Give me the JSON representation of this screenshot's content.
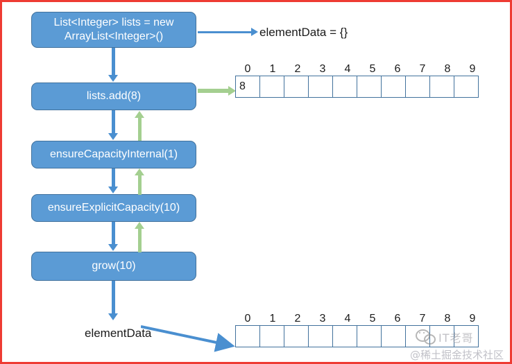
{
  "diagram": {
    "title": "ArrayList add flow",
    "border_color": "#ee3b33",
    "box_color": "#5b9bd5",
    "blue_arrow_color": "#4a8fd0",
    "green_arrow_color": "#a4cf90",
    "boxes": [
      {
        "id": "new-arraylist",
        "label": "List<Integer> lists = new ArrayList<Integer>()"
      },
      {
        "id": "lists-add",
        "label": "lists.add(8)"
      },
      {
        "id": "ensure-capacity-internal",
        "label": "ensureCapacityInternal(1)"
      },
      {
        "id": "ensure-explicit-capacity",
        "label": "ensureExplicitCapacity(10)"
      },
      {
        "id": "grow",
        "label": "grow(10)"
      }
    ],
    "labels": {
      "element_data_empty": "elementData = {}",
      "element_data": "elementData"
    },
    "arrays": [
      {
        "id": "array-top",
        "indices": [
          "0",
          "1",
          "2",
          "3",
          "4",
          "5",
          "6",
          "7",
          "8",
          "9"
        ],
        "values": [
          "8",
          "",
          "",
          "",
          "",
          "",
          "",
          "",
          "",
          ""
        ]
      },
      {
        "id": "array-bottom",
        "indices": [
          "0",
          "1",
          "2",
          "3",
          "4",
          "5",
          "6",
          "7",
          "8",
          "9"
        ],
        "values": [
          "",
          "",
          "",
          "",
          "",
          "",
          "",
          "",
          "",
          ""
        ]
      }
    ]
  },
  "watermark": {
    "name": "IT老哥",
    "subtitle": "@稀土掘金技术社区",
    "icon": "wechat-icon"
  }
}
